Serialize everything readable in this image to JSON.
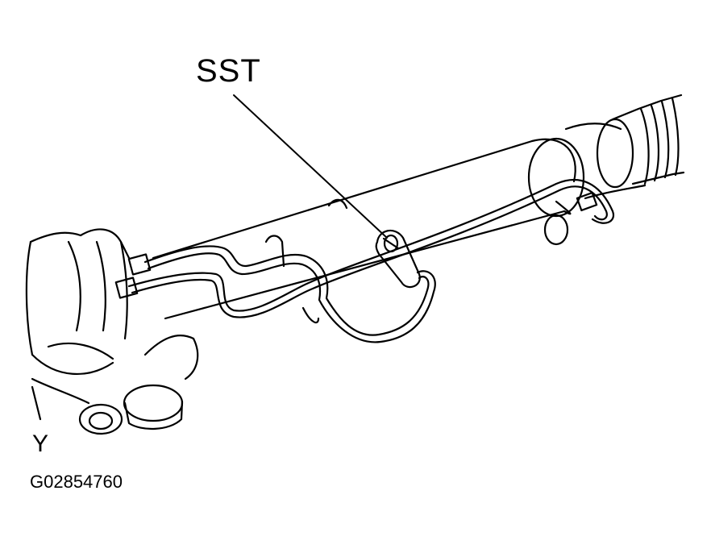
{
  "labels": {
    "tool": "SST",
    "view_marker": "Y",
    "figure_code": "G02854760"
  },
  "colors": {
    "ink": "#000000",
    "paper": "#ffffff"
  }
}
